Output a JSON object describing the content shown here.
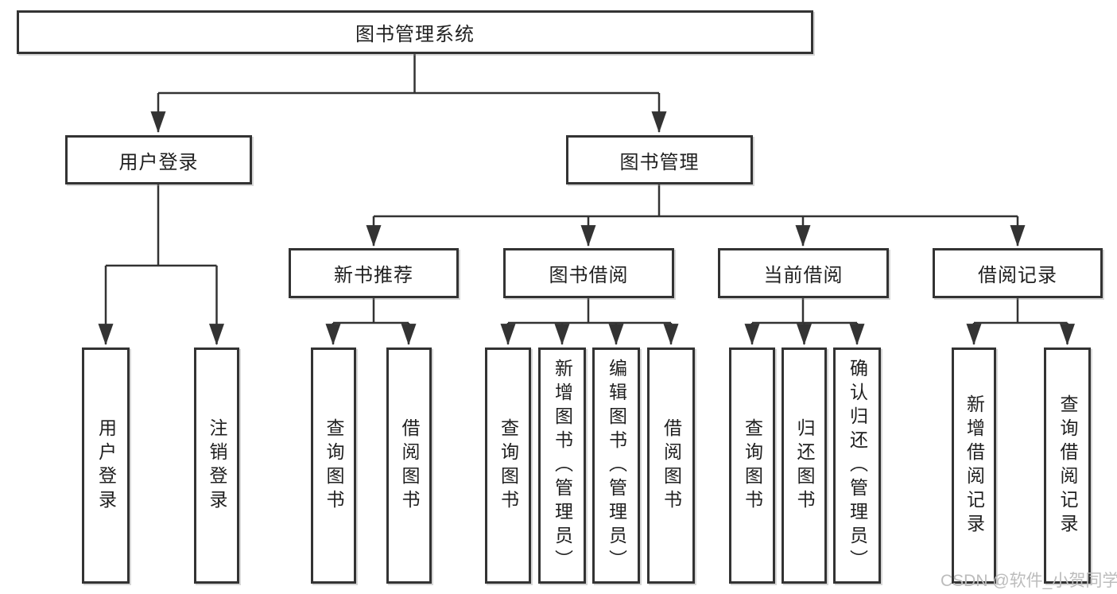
{
  "colors": {
    "line": "#333333",
    "text": "#1f1f1f",
    "watermark": "#bcbcbc",
    "background": "#ffffff"
  },
  "tree": {
    "label": "图书管理系统",
    "children": [
      {
        "label": "用户登录",
        "leaves": [
          {
            "label": "用户登录"
          },
          {
            "label": "注销登录"
          }
        ]
      },
      {
        "label": "图书管理",
        "children": [
          {
            "label": "新书推荐",
            "leaves": [
              {
                "label": "查询图书"
              },
              {
                "label": "借阅图书"
              }
            ]
          },
          {
            "label": "图书借阅",
            "leaves": [
              {
                "label": "查询图书"
              },
              {
                "label": "新增图书（管理员）"
              },
              {
                "label": "编辑图书（管理员）"
              },
              {
                "label": "借阅图书"
              }
            ]
          },
          {
            "label": "当前借阅",
            "leaves": [
              {
                "label": "查询图书"
              },
              {
                "label": "归还图书"
              },
              {
                "label": "确认归还（管理员）"
              }
            ]
          },
          {
            "label": "借阅记录",
            "leaves": [
              {
                "label": "新增借阅记录"
              },
              {
                "label": "查询借阅记录"
              }
            ]
          }
        ]
      }
    ]
  },
  "watermark": {
    "text": "CSDN @软件_小贺同学"
  }
}
